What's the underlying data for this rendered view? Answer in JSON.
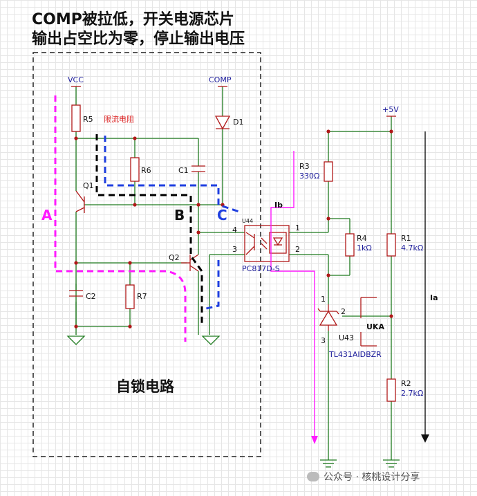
{
  "title": {
    "line1": "COMP被拉低，开关电源芯片",
    "line2": "输出占空比为零，停止输出电压"
  },
  "nets": {
    "vcc": "VCC",
    "comp": "COMP",
    "plus5v": "+5V"
  },
  "components": {
    "r5": "R5",
    "r6": "R6",
    "r7": "R7",
    "r3": "R3",
    "r3_value": "330Ω",
    "r4": "R4",
    "r4_value": "1kΩ",
    "r1": "R1",
    "r1_value": "4.7kΩ",
    "r2": "R2",
    "r2_value": "2.7kΩ",
    "c1": "C1",
    "c2": "C2",
    "d1": "D1",
    "q1": "Q1",
    "q2": "Q2",
    "u44": "U44",
    "optocoupler": "PC817D-S",
    "u43": "U43",
    "tl431": "TL431AIDBZR",
    "uka": "UKA",
    "current_limit_resistor": "限流电阻"
  },
  "pins": {
    "p1": "1",
    "p2": "2",
    "p3": "3",
    "p4": "4",
    "tl_1": "1",
    "tl_2": "2",
    "tl_3": "3"
  },
  "annotations": {
    "a": "A",
    "b": "B",
    "c": "C",
    "ib": "Ib",
    "ia": "Ia",
    "self_lock": "自锁电路"
  },
  "watermark": "公众号 · 核桃设计分享",
  "colors": {
    "wire": "#1e7a1e",
    "component": "#b01818",
    "path_a": "#ff1aff",
    "path_b": "#000000",
    "path_c": "#1f3fe0",
    "box": "#222222"
  }
}
